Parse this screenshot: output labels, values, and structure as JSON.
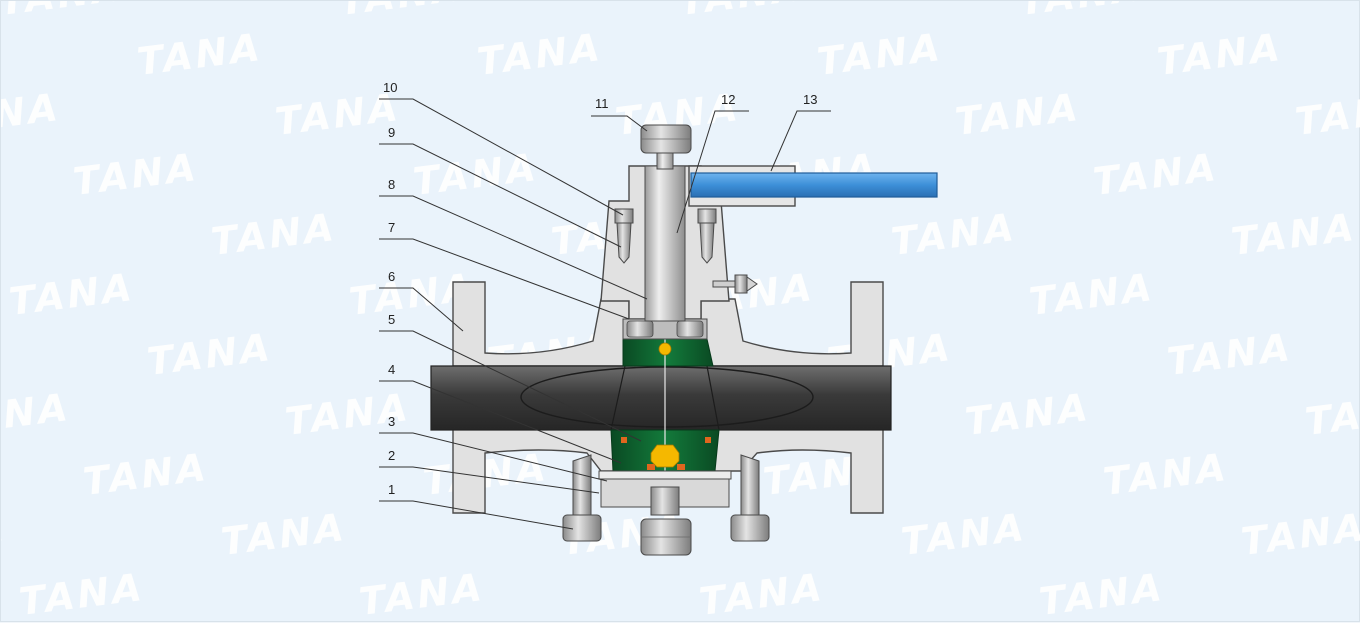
{
  "watermark": {
    "text": "TANA"
  },
  "colors": {
    "background": "#eaf3fb",
    "body": "#e1e1e1",
    "pipe_dark": "#3a3a3a",
    "plug_green": "#0f5e2e",
    "handle_blue": "#3d8fd8",
    "seal_orange": "#e0661e",
    "grease_yellow": "#f5b800"
  },
  "callouts": [
    {
      "label": "1"
    },
    {
      "label": "2"
    },
    {
      "label": "3"
    },
    {
      "label": "4"
    },
    {
      "label": "5"
    },
    {
      "label": "6"
    },
    {
      "label": "7"
    },
    {
      "label": "8"
    },
    {
      "label": "9"
    },
    {
      "label": "10"
    },
    {
      "label": "11"
    },
    {
      "label": "12"
    },
    {
      "label": "13"
    }
  ]
}
